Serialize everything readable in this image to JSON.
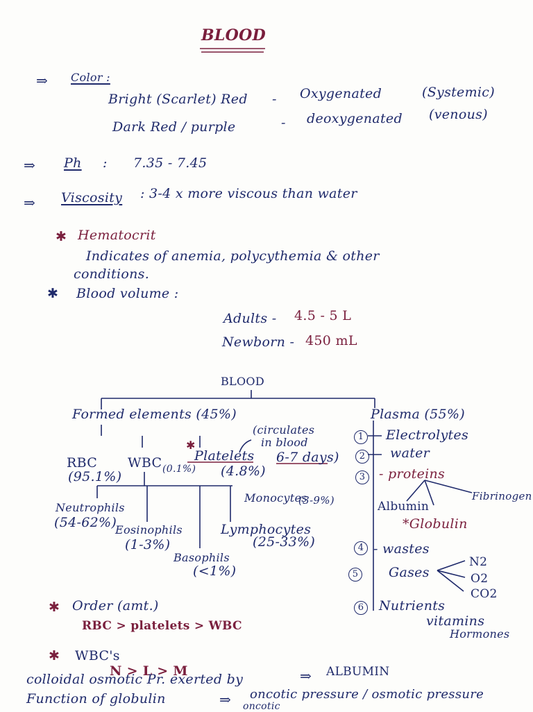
{
  "title": "BLOOD",
  "color": {
    "heading": "Color :",
    "bright": "Bright (Scarlet) Red",
    "bright_state": "Oxygenated",
    "bright_type": "(Systemic)",
    "dark": "Dark Red / purple",
    "dark_state": "deoxygenated",
    "dark_type": "(venous)"
  },
  "ph": {
    "label": "Ph",
    "value": "7.35 - 7.45"
  },
  "viscosity": {
    "label": "Viscosity",
    "value": ": 3-4 x more viscous than water"
  },
  "hematocrit": {
    "heading": "Hematocrit",
    "line1": "Indicates of anemia, polycythemia & other",
    "line2": "conditions."
  },
  "blood_volume": {
    "heading": "Blood volume :",
    "adults_label": "Adults -",
    "adults_value": "4.5 - 5 L",
    "newborn_label": "Newborn -",
    "newborn_value": "450 mL"
  },
  "tree": {
    "root": "BLOOD",
    "formed": "Formed elements (45%)",
    "plasma": "Plasma (55%)",
    "rbc": "RBC",
    "rbc_pct": "(95.1%)",
    "wbc": "WBC",
    "wbc_pct": "(0.1%)",
    "platelets": "Platelets",
    "platelets_pct": "(4.8%)",
    "circulates_1": "(circulates",
    "circulates_2": "in blood",
    "circulates_3": "6-7 days)",
    "neutrophils": "Neutrophils",
    "neutrophils_pct": "(54-62%)",
    "eosinophils": "Eosinophils",
    "eosinophils_pct": "(1-3%)",
    "basophils": "Basophils",
    "basophils_pct": "(<1%)",
    "lymphocytes": "Lymphocytes",
    "lymphocytes_pct": "(25-33%)",
    "monocytes": "Monocytes",
    "monocytes_pct": "(3-9%)",
    "p1_num": "1",
    "p1": "Electrolytes",
    "p2_num": "2",
    "p2": "water",
    "p3_num": "3",
    "p3": "- proteins",
    "albumin": "Albumin",
    "fibrinogen": "Fibrinogen",
    "globulin": "*Globulin",
    "p4_num": "4",
    "p4": "- wastes",
    "p5_num": "5",
    "p5": "Gases",
    "n2": "N2",
    "o2": "O2",
    "co2": "CO2",
    "p6_num": "6",
    "p6": "Nutrients",
    "vitamins": "vitamins",
    "hormones": "Hormones"
  },
  "order": {
    "heading": "Order (amt.)",
    "value": "RBC > platelets > WBC"
  },
  "wbcs": {
    "heading": "WBC's",
    "value": "N > L > M"
  },
  "colloidal": {
    "text": "colloidal osmotic Pr. exerted by",
    "target": "ALBUMIN"
  },
  "globulin_fn": {
    "text": "Function of globulin",
    "value": "oncotic pressure / osmotic pressure",
    "extra": "oncotic"
  }
}
